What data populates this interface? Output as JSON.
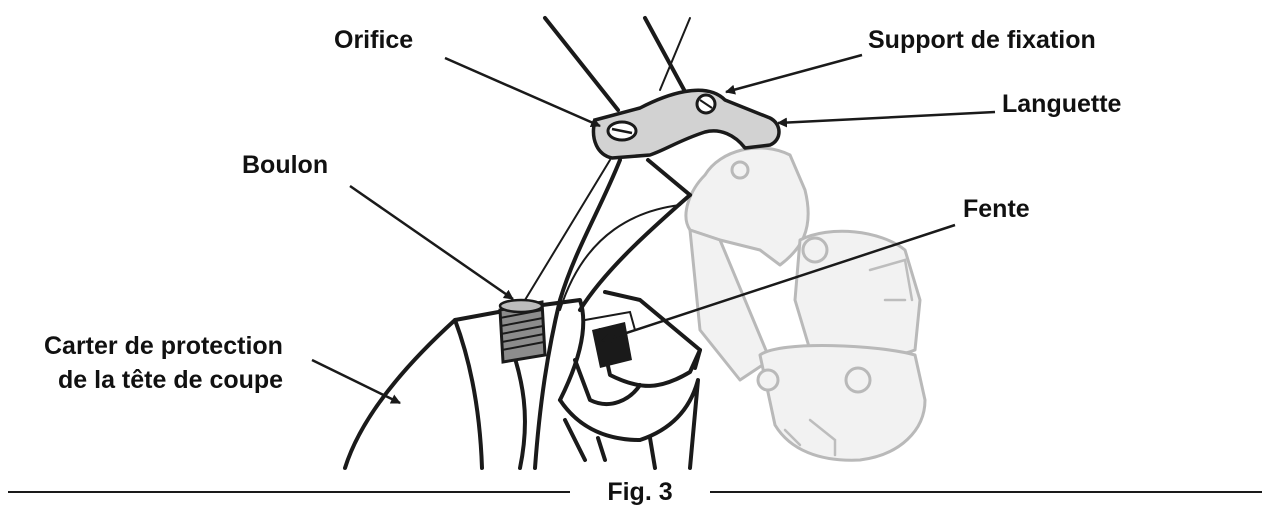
{
  "labels": {
    "orifice": "Orifice",
    "support": "Support de fixation",
    "languette": "Languette",
    "boulon": "Boulon",
    "fente": "Fente",
    "carter_line1": "Carter de protection",
    "carter_line2": "de la tête de coupe"
  },
  "figure": {
    "caption": "Fig. 3"
  },
  "colors": {
    "ink": "#1a1a1a",
    "ghost_fill": "#f2f2f2",
    "ghost_stroke": "#b9b9b9",
    "bracket_fill": "#d2d2d2"
  }
}
